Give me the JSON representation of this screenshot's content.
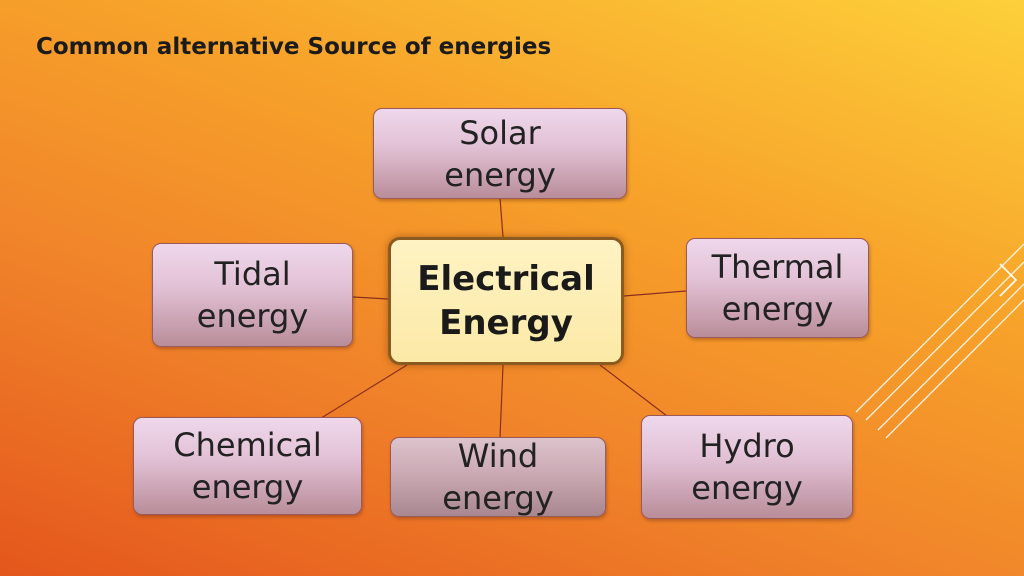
{
  "slide": {
    "title": "Common alternative Source of energies"
  },
  "diagram": {
    "center": {
      "label": "Electrical\nEnergy"
    },
    "nodes": [
      {
        "id": "solar",
        "label": "Solar\nenergy"
      },
      {
        "id": "thermal",
        "label": "Thermal\nenergy"
      },
      {
        "id": "tidal",
        "label": "Tidal\nenergy"
      },
      {
        "id": "chemical",
        "label": "Chemical\nenergy"
      },
      {
        "id": "wind",
        "label": "Wind\nenergy"
      },
      {
        "id": "hydro",
        "label": "Hydro\nenergy"
      }
    ]
  },
  "colors": {
    "node_fill": "#e2c1d5",
    "center_fill": "#fbe9a6",
    "connector": "#8b2f1e",
    "background_top": "#fdd03a",
    "background_bottom": "#e4561c"
  }
}
